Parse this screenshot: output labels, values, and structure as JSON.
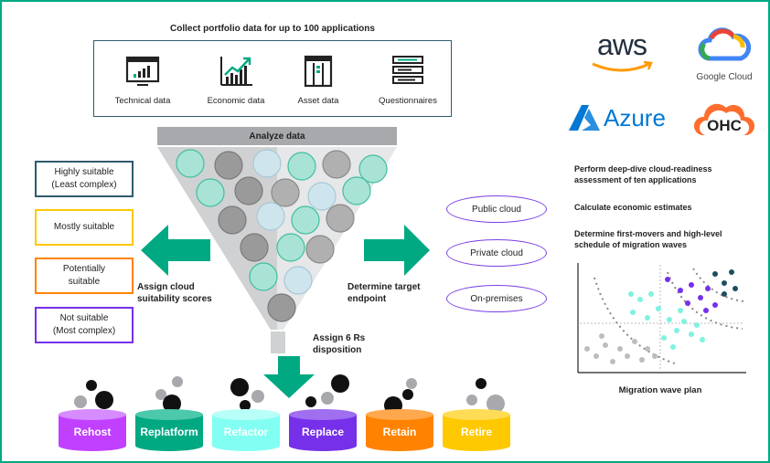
{
  "header": {
    "title": "Collect portfolio data for up to 100 applications"
  },
  "sources": [
    {
      "label": "Technical data",
      "icon": "monitor-chart-icon"
    },
    {
      "label": "Economic data",
      "icon": "growth-chart-icon"
    },
    {
      "label": "Asset data",
      "icon": "server-rack-icon"
    },
    {
      "label": "Questionnaires",
      "icon": "list-form-icon"
    }
  ],
  "funnel": {
    "label": "Analyze data"
  },
  "suitability": [
    {
      "label": "Highly suitable\n(Least complex)",
      "color": "#2e5a6e"
    },
    {
      "label": "Mostly suitable",
      "color": "#fec901"
    },
    {
      "label": "Potentially\nsuitable",
      "color": "#ff8300"
    },
    {
      "label": "Not suitable\n(Most complex)",
      "color": "#7630ea"
    }
  ],
  "left_action": "Assign cloud\nsuitability scores",
  "right_action": "Determine target\nendpoint",
  "bottom_action": "Assign 6 Rs\ndisposition",
  "endpoints": [
    "Public cloud",
    "Private cloud",
    "On-premises"
  ],
  "providers": [
    {
      "name": "aws",
      "icon": "aws-logo"
    },
    {
      "name": "Google Cloud",
      "icon": "google-cloud-logo"
    },
    {
      "name": "Azure",
      "icon": "azure-logo"
    },
    {
      "name": "OHC",
      "icon": "ohc-logo"
    }
  ],
  "steps": [
    "Perform deep-dive cloud-readiness assessment of ten applications",
    "Calculate economic estimates",
    "Determine first-movers and high-level schedule of migration waves"
  ],
  "wave_plan_label": "Migration wave plan",
  "dispositions": [
    {
      "label": "Rehost",
      "color": "#c140ff"
    },
    {
      "label": "Replatform",
      "color": "#01a982"
    },
    {
      "label": "Refactor",
      "color": "#82fff2"
    },
    {
      "label": "Replace",
      "color": "#7630ea"
    },
    {
      "label": "Retain",
      "color": "#ff8300"
    },
    {
      "label": "Retire",
      "color": "#fec901"
    }
  ],
  "colors": {
    "accent": "#01a982",
    "border_dark": "#2e5a6e",
    "purple": "#7630ea"
  }
}
